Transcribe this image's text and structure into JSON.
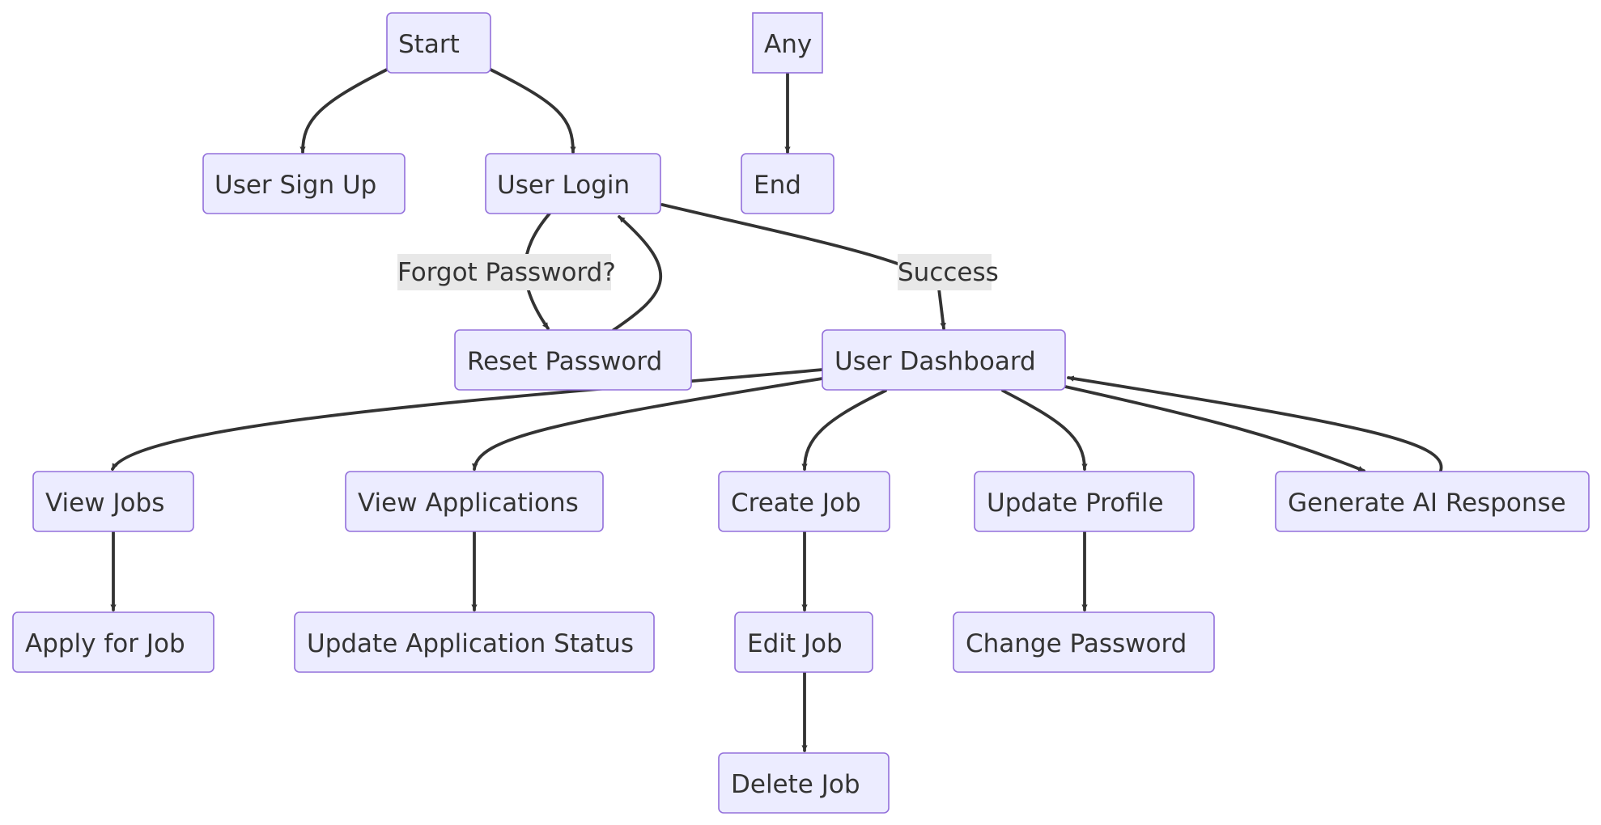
{
  "diagram": {
    "type": "flowchart",
    "nodes": {
      "start": "Start",
      "any": "Any",
      "signup": "User Sign Up",
      "login": "User Login",
      "end": "End",
      "reset": "Reset Password",
      "dashboard": "User Dashboard",
      "viewjobs": "View Jobs",
      "viewapps": "View Applications",
      "createjob": "Create Job",
      "updateprofile": "Update Profile",
      "genai": "Generate AI Response",
      "applyjob": "Apply for Job",
      "updateappstatus": "Update Application Status",
      "editjob": "Edit Job",
      "changepw": "Change Password",
      "deletejob": "Delete Job"
    },
    "edge_labels": {
      "forgot": "Forgot Password?",
      "success": "Success"
    },
    "edges": [
      {
        "from": "Start",
        "to": "User Sign Up"
      },
      {
        "from": "Start",
        "to": "User Login"
      },
      {
        "from": "Any",
        "to": "End"
      },
      {
        "from": "User Login",
        "to": "Reset Password",
        "label": "Forgot Password?"
      },
      {
        "from": "Reset Password",
        "to": "User Login"
      },
      {
        "from": "User Login",
        "to": "User Dashboard",
        "label": "Success"
      },
      {
        "from": "User Dashboard",
        "to": "View Jobs"
      },
      {
        "from": "User Dashboard",
        "to": "View Applications"
      },
      {
        "from": "User Dashboard",
        "to": "Create Job"
      },
      {
        "from": "User Dashboard",
        "to": "Update Profile"
      },
      {
        "from": "User Dashboard",
        "to": "Generate AI Response"
      },
      {
        "from": "Generate AI Response",
        "to": "User Dashboard"
      },
      {
        "from": "View Jobs",
        "to": "Apply for Job"
      },
      {
        "from": "View Applications",
        "to": "Update Application Status"
      },
      {
        "from": "Create Job",
        "to": "Edit Job"
      },
      {
        "from": "Edit Job",
        "to": "Delete Job"
      },
      {
        "from": "Update Profile",
        "to": "Change Password"
      }
    ],
    "colors": {
      "node_fill": "#ECECFF",
      "node_stroke": "#9370DB",
      "edge": "#333333",
      "text": "#333333",
      "label_bg": "#e8e8e8"
    }
  }
}
